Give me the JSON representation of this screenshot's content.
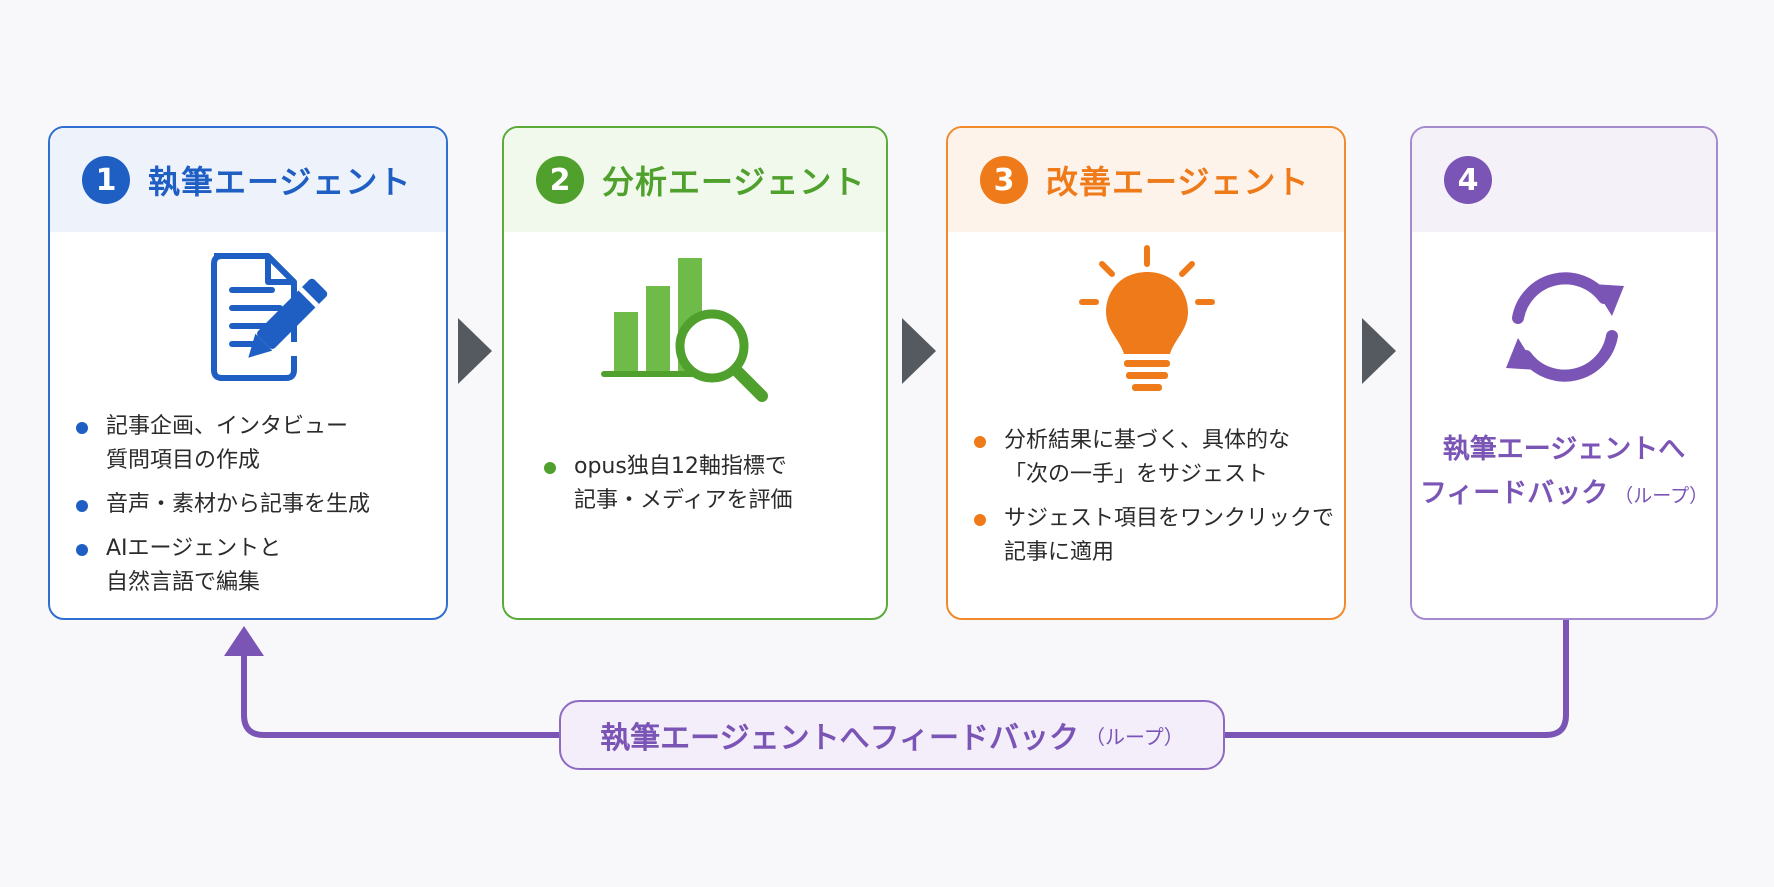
{
  "steps": [
    {
      "number": "1",
      "title": "執筆エージェント",
      "color": "#1f5fc4",
      "icon": "document-pen-icon",
      "bullets": [
        "記事企画、インタビュー\n質問項目の作成",
        "音声・素材から記事を生成",
        "AIエージェントと\n自然言語で編集"
      ]
    },
    {
      "number": "2",
      "title": "分析エージェント",
      "color": "#4fa02d",
      "icon": "bar-chart-magnifier-icon",
      "bullets": [
        "opus独自12軸指標で\n記事・メディアを評価"
      ]
    },
    {
      "number": "3",
      "title": "改善エージェント",
      "color": "#ef7a1a",
      "icon": "lightbulb-icon",
      "bullets": [
        "分析結果に基づく、具体的な\n「次の一手」をサジェスト",
        "サジェスト項目をワンクリックで\n記事に適用"
      ]
    },
    {
      "number": "4",
      "color": "#7b55b5",
      "icon": "refresh-cycle-icon",
      "text_line1": "執筆エージェントへ",
      "text_line2": "フィードバック",
      "text_suffix": "（ループ）"
    }
  ],
  "loop": {
    "label": "執筆エージェントへフィードバック",
    "suffix": "（ループ）",
    "color": "#7b55b5"
  }
}
